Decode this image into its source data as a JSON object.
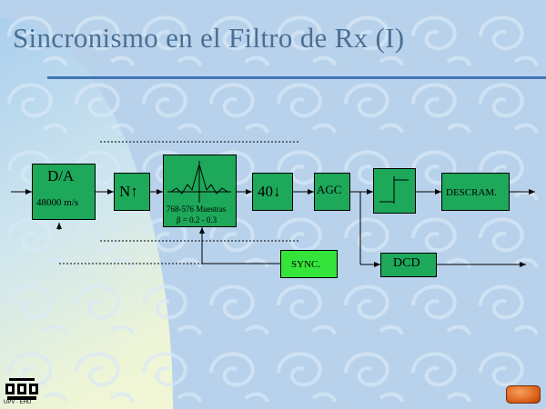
{
  "slide": {
    "title": "Sincronismo en el Filtro de Rx (I)",
    "accent_color": "#3f76b4",
    "block_color": "#1da85a",
    "sync_color": "#35e43a"
  },
  "blocks": {
    "da_label": "D/A",
    "da_rate": "48000 m/s",
    "upsample_label": "N↑",
    "filter_note_1": "768-576 Muestras",
    "filter_note_2": "β = 0.2 - 0.3",
    "downsample_label": "40↓",
    "agc_label": "AGC",
    "descram_label": "DESCRAM.",
    "sync_label": "SYNC.",
    "dcd_label": "DCD"
  },
  "footer": {
    "logo_caption": "UPV · EHU",
    "logo_icon": "university-logo-icon",
    "nav_icon": "next-slide-icon"
  }
}
